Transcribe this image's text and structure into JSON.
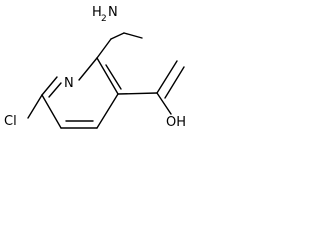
{
  "molecule": {
    "labels": {
      "nitrogen_ring": "N",
      "chlorine": "Cl",
      "hydroxyl": "OH",
      "hydrazine_h": "H",
      "hydrazine_h_count": "2",
      "hydrazine_n": "N"
    }
  }
}
